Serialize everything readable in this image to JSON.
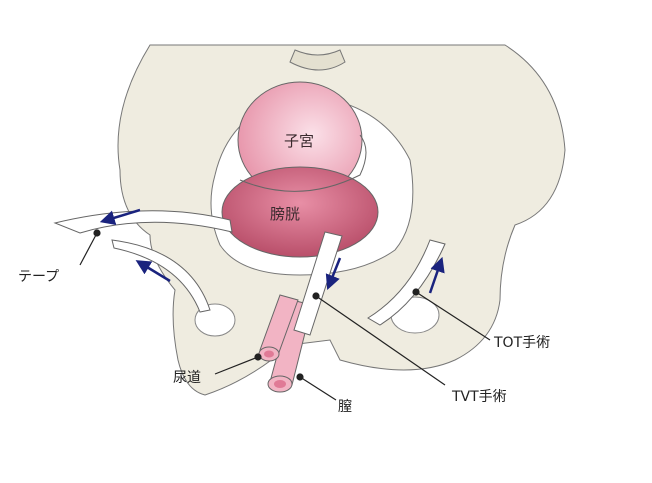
{
  "labels": {
    "uterus": "子宮",
    "bladder": "膀胱",
    "tape": "テープ",
    "urethra": "尿道",
    "vagina": "膣",
    "tvt": "TVT手術",
    "tot": "TOT手術"
  },
  "colors": {
    "bone": "#efece0",
    "uterus": "#efa7bb",
    "bladder": "#cc6880",
    "arrow": "#1a237e",
    "tube": "#f2b4c4"
  }
}
